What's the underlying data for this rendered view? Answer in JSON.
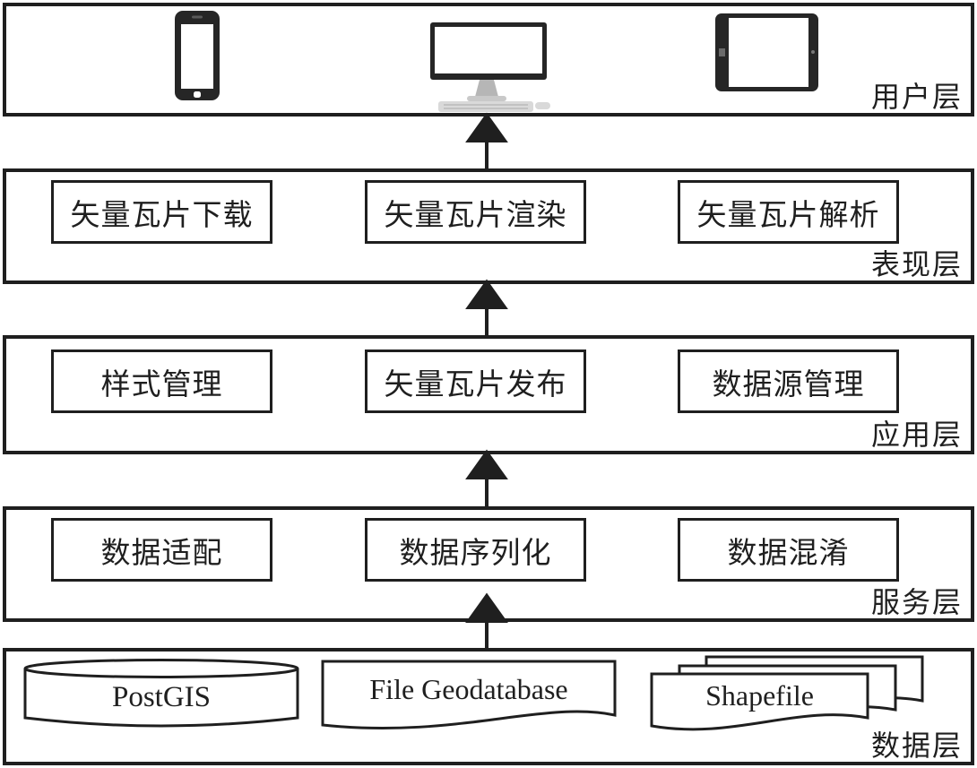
{
  "layers": {
    "user": {
      "label": "用户层",
      "icons": [
        "smartphone-icon",
        "desktop-computer-icon",
        "tablet-icon"
      ]
    },
    "presentation": {
      "label": "表现层",
      "boxes": [
        "矢量瓦片下载",
        "矢量瓦片渲染",
        "矢量瓦片解析"
      ]
    },
    "application": {
      "label": "应用层",
      "boxes": [
        "样式管理",
        "矢量瓦片发布",
        "数据源管理"
      ]
    },
    "service": {
      "label": "服务层",
      "boxes": [
        "数据适配",
        "数据序列化",
        "数据混淆"
      ]
    },
    "data": {
      "label": "数据层",
      "sources": [
        "PostGIS",
        "File Geodatabase",
        "Shapefile"
      ]
    }
  },
  "colors": {
    "line": "#1f1f1f",
    "background": "#ffffff",
    "icon_dark": "#262626",
    "icon_gray": "#c9c9c9"
  }
}
